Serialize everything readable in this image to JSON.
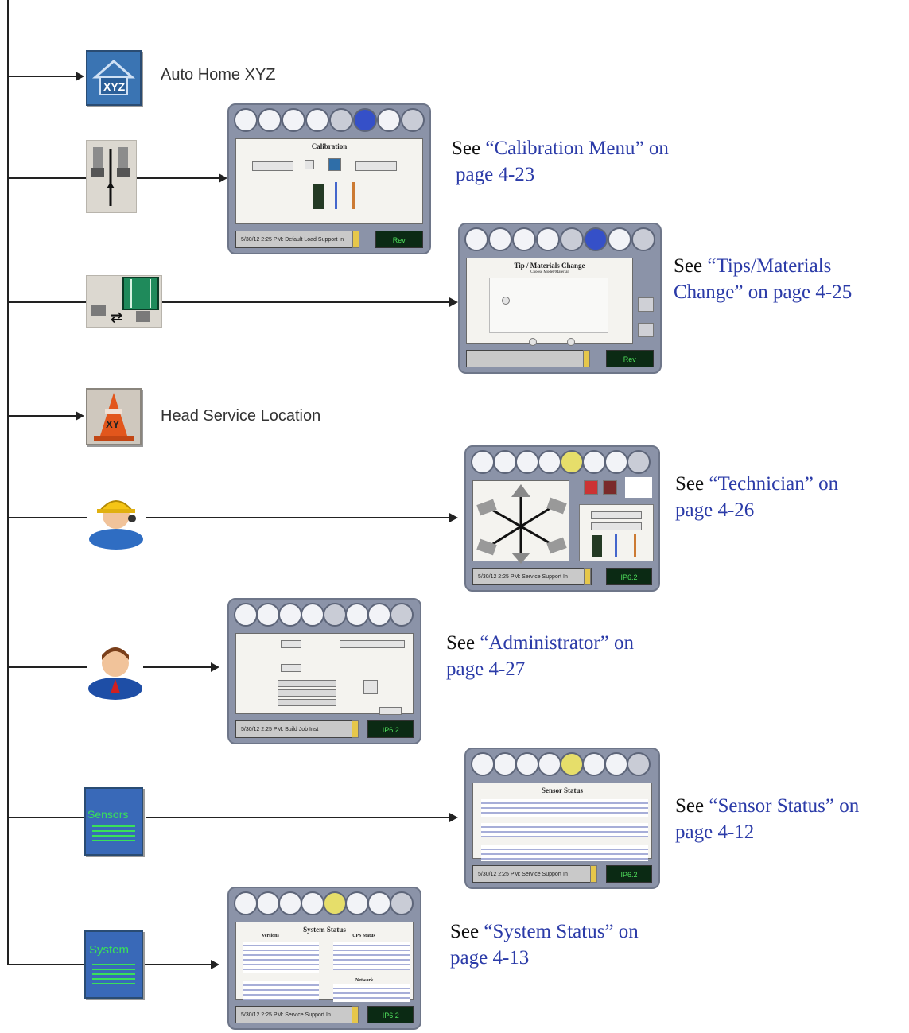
{
  "rows": [
    {
      "icon": "xyz-home-icon",
      "icon_text": "XYZ",
      "label": "Auto Home XYZ"
    },
    {
      "icon": "calibration-icon",
      "screen": {
        "title": "Calibration",
        "status": "5/30/12 2:25 PM: Default Load Support In",
        "button": "Rev"
      },
      "see": {
        "prefix": "See ",
        "link": "“Calibration Menu” on",
        "line2": "page 4-23"
      }
    },
    {
      "icon": "tips-materials-icon",
      "screen": {
        "title": "Tip / Materials Change",
        "subtitle": "Choose Model/Material",
        "status": "",
        "button": "Rev"
      },
      "see": {
        "prefix": "See ",
        "link": "“Tips/Materials",
        "line2": "Change” on page 4-25"
      }
    },
    {
      "icon": "head-service-icon",
      "icon_text": "XY",
      "label": "Head Service Location"
    },
    {
      "icon": "technician-icon",
      "screen": {
        "title": "",
        "status": "5/30/12 2:25 PM: Service Support In",
        "button": "IP6.2"
      },
      "see": {
        "prefix": "See ",
        "link": "“Technician” on",
        "line2": "page 4-26"
      }
    },
    {
      "icon": "administrator-icon",
      "screen": {
        "title": "",
        "status": "5/30/12 2:25 PM: Build Job Inst",
        "button": "IP6.2"
      },
      "see": {
        "prefix": "See ",
        "link": "“Administrator” on",
        "line2": "page 4-27"
      }
    },
    {
      "icon": "sensors-icon",
      "icon_text": "Sensors",
      "screen": {
        "title": "Sensor Status",
        "status": "5/30/12 2:25 PM: Service Support In",
        "button": "IP6.2"
      },
      "see": {
        "prefix": "See ",
        "link": "“Sensor Status” on",
        "line2": "page 4-12"
      }
    },
    {
      "icon": "system-icon",
      "icon_text": "System",
      "screen": {
        "title": "System Status",
        "col1": "Versions",
        "col2": "UPS Status",
        "col3": "Network",
        "status": "5/30/12 2:25 PM: Service Support In",
        "button": "IP6.2"
      },
      "see": {
        "prefix": "See ",
        "link": "“System Status” on",
        "line2": "page 4-13"
      }
    }
  ],
  "colors": {
    "line": "#222222",
    "link": "#2b3ba8",
    "icon_blue": "#3a74b3",
    "sensor_green": "#39e05a"
  }
}
